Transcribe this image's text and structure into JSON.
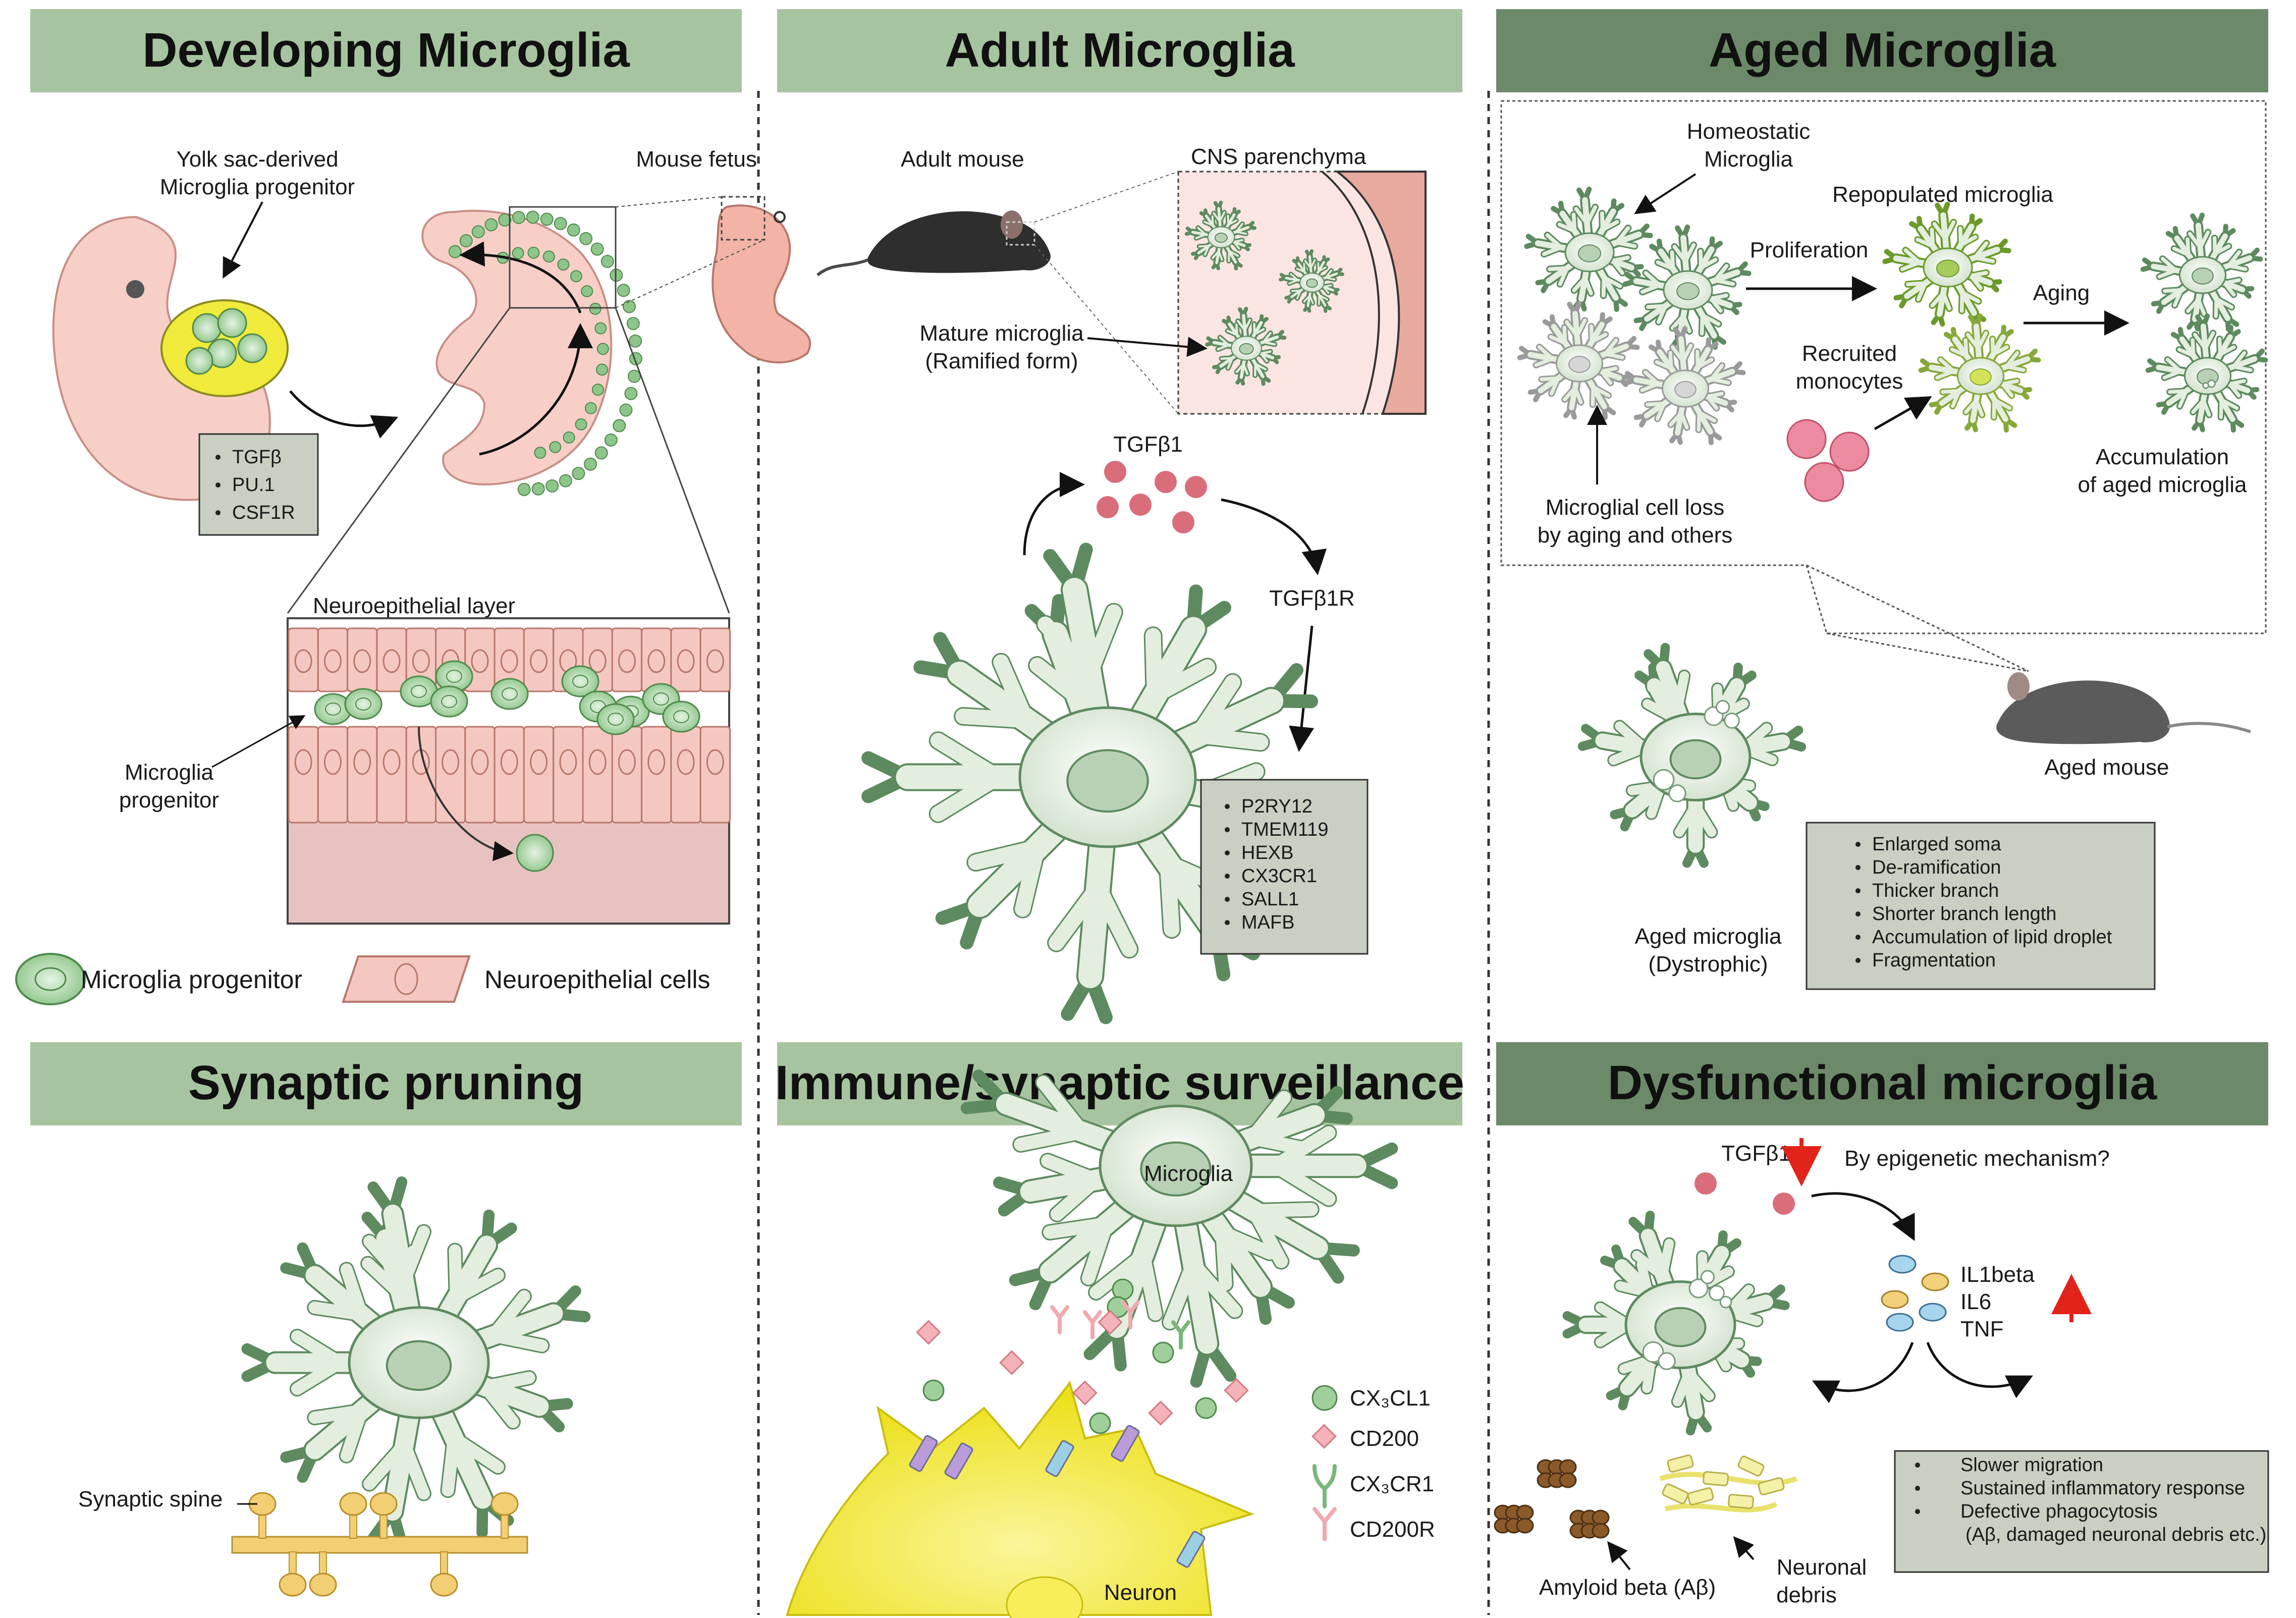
{
  "panels": {
    "developing": {
      "title": "Developing Microglia",
      "yolk_label": [
        "Yolk sac-derived",
        "Microglia progenitor"
      ],
      "fetus_label": "Mouse fetus",
      "factors": [
        "TGFβ",
        "PU.1",
        "CSF1R"
      ],
      "layer_label": "Neuroepithelial layer",
      "progenitor_label": [
        "Microglia",
        "progenitor"
      ],
      "legend": {
        "progenitor": "Microglia progenitor",
        "cells": "Neuroepithelial cells"
      }
    },
    "adult": {
      "title": "Adult Microglia",
      "mouse_label": "Adult mouse",
      "cns_label": "CNS parenchyma",
      "mature_label": [
        "Mature microglia",
        "(Ramified form)"
      ],
      "tgf_label": "TGFβ1",
      "receptor_label": "TGFβ1R",
      "markers": [
        "P2RY12",
        "TMEM119",
        "HEXB",
        "CX3CR1",
        "SALL1",
        "MAFB"
      ]
    },
    "aged": {
      "title": "Aged Microglia",
      "homeostatic_label": [
        "Homeostatic",
        "Microglia"
      ],
      "repopulated_label": "Repopulated microglia",
      "proliferation_label": "Proliferation",
      "recruited_label": [
        "Recruited",
        "monocytes"
      ],
      "aging_label": "Aging",
      "accumulation_label": [
        "Accumulation",
        "of aged microglia"
      ],
      "loss_label": [
        "Microglial cell loss",
        "by aging and others"
      ],
      "mouse_label": "Aged mouse",
      "dystrophic_label": [
        "Aged microglia",
        "(Dystrophic)"
      ],
      "features": [
        "Enlarged soma",
        "De-ramification",
        "Thicker branch",
        "Shorter branch length",
        "Accumulation of lipid droplet",
        "Fragmentation"
      ]
    },
    "pruning": {
      "title": "Synaptic pruning",
      "spine_label": "Synaptic spine"
    },
    "surveillance": {
      "title": "Immune/synaptic surveillance",
      "microglia_label": "Microglia",
      "neuron_label": "Neuron",
      "legend": [
        "CX₃CL1",
        "CD200",
        "CX₃CR1",
        "CD200R"
      ]
    },
    "dysfunctional": {
      "title": "Dysfunctional microglia",
      "tgf_label": "TGFβ1",
      "epigenetic_label": "By epigenetic mechanism?",
      "cytokines": [
        "IL1beta",
        "IL6",
        "TNF"
      ],
      "amyloid_label": "Amyloid beta (Aβ)",
      "debris_label": [
        "Neuronal",
        "debris"
      ],
      "features": [
        "Slower migration",
        "Sustained inflammatory response",
        "Defective phagocytosis",
        "(Aβ, damaged neuronal debris etc.)"
      ]
    }
  },
  "colors": {
    "header_light": "#a7c4a0",
    "header_dark": "#6c8a69",
    "microglia_fill": "#dfeada",
    "microglia_stroke": "#5d8a5f",
    "progenitor": "#9fcf9b",
    "neuroepithelium": "#f4c8c0",
    "neuron": "#f4ea2a",
    "textbox": "#c9cfc2",
    "tgf_dot": "#d96d7a",
    "arrow_red": "#e2231a"
  }
}
